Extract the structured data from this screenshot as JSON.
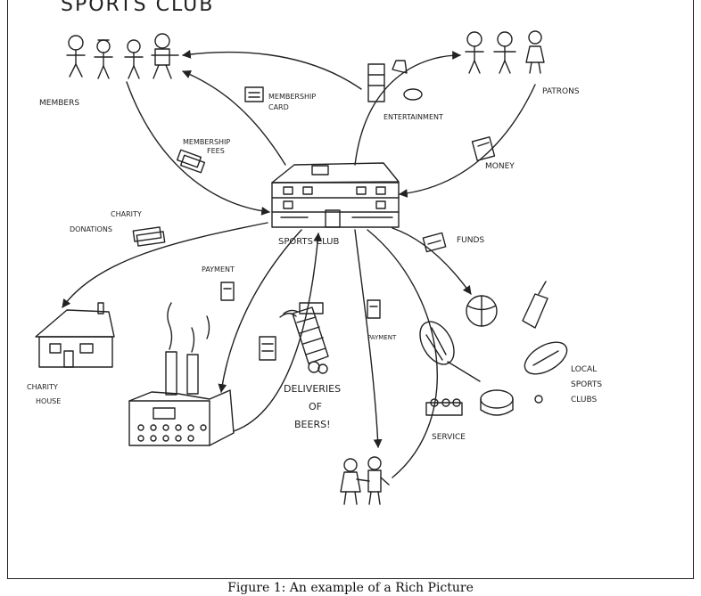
{
  "title": "SPORTS CLUB",
  "hub_label": "SPORTS CLUB",
  "actors": {
    "members": "MEMBERS",
    "patrons": "PATRONS",
    "charity": "CHARITY HOUSE",
    "brewery_deliveries": "DELIVERIES OF BEERS!",
    "local_clubs": "LOCAL SPORTS CLUBS"
  },
  "flows": {
    "membership_card": "MEMBERSHIP CARD",
    "membership_fees": "MEMBERSHIP FEES",
    "entertainment": "ENTERTAINMENT",
    "money": "MONEY",
    "charity_donations": "CHARITY DONATIONS",
    "funds": "FUNDS",
    "payment_brewery": "PAYMENT",
    "payment_couple": "PAYMENT",
    "service": "SERVICE"
  },
  "caption": "Figure 1: An example of a Rich Picture"
}
